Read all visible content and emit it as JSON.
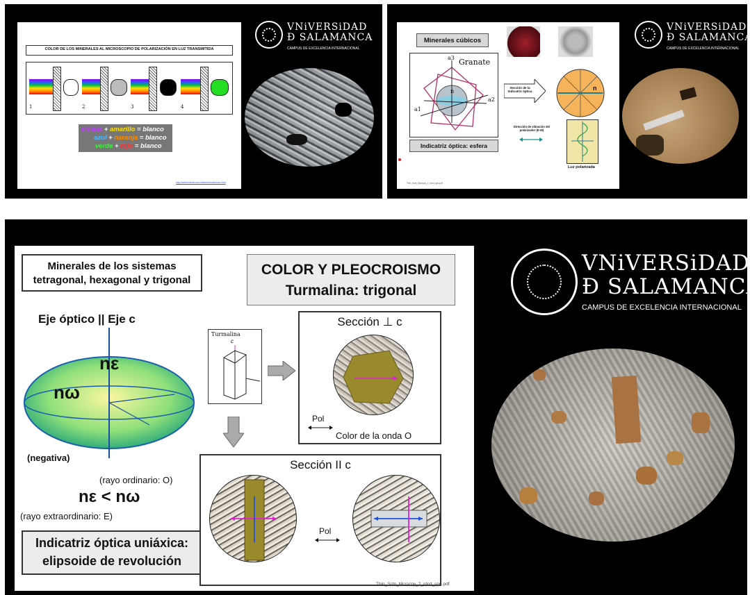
{
  "logo": {
    "title_line1": "VNiVERSiDAD",
    "title_line2": "Ð SALAMANCA",
    "subtitle": "CAMPUS DE EXCELENCIA INTERNACIONAL"
  },
  "panel_color": {
    "heading": "COLOR DE LOS MINERALES AL MICROSCOPIO DE POLARIZACIÓN EN LUZ TRANSMITIDA",
    "steps": [
      "1",
      "2",
      "3",
      "4"
    ],
    "legend": [
      {
        "a": "violeta",
        "plus": "+",
        "b": "amarillo",
        "eq": "=",
        "r": "blanco"
      },
      {
        "a": "azul",
        "plus": "+",
        "b": "naranja",
        "eq": "=",
        "r": "blanco"
      },
      {
        "a": "verde",
        "plus": "+",
        "b": "rojo",
        "eq": "=",
        "r": "blanco"
      }
    ],
    "footer_url": "http://webmineral.com/sites/minerals/color.htm"
  },
  "panel_cubic": {
    "title": "Minerales cúbicos",
    "mineral": "Granate",
    "axes": [
      "a3",
      "a2",
      "a1"
    ],
    "n_label": "n",
    "section_label": "Sección de la Indicatriz óptica",
    "circle_label": "n",
    "polarizer_label": "Dirección de vibración del polarizador (E-W)",
    "light_label": "Luz polarizada",
    "indicatrix_label": "Indicatriz óptica: esfera",
    "footer": "Thin_Sctn_Mcrscpy_2_rdcd_spn.pdf"
  },
  "panel_uniaxial": {
    "left_title": "Minerales de los sistemas tetragonal, hexagonal y trigonal",
    "main_title_1": "COLOR Y PLEOCROISMO",
    "main_title_2": "Turmalina: trigonal",
    "axis_label": "Eje óptico || Eje c",
    "n_epsilon": "nε",
    "n_omega": "nω",
    "sign": "(negativa)",
    "ordinary": "(rayo ordinario: O)",
    "inequality": "nε < nω",
    "extraordinary": "(rayo extraordinario: E)",
    "indicatrix_1": "Indicatriz óptica uniáxica:",
    "indicatrix_2": "elipsoide de revolución",
    "crystal_label": "Turmalina",
    "crystal_axis": "c",
    "section_perp": "Sección ⊥ c",
    "section_par": "Sección II c",
    "pol_label": "Pol",
    "wave_label": "Color de la onda O",
    "footer": "Thin_Sctn_Mcrscpy_2_rdcd_spn.pdf"
  }
}
